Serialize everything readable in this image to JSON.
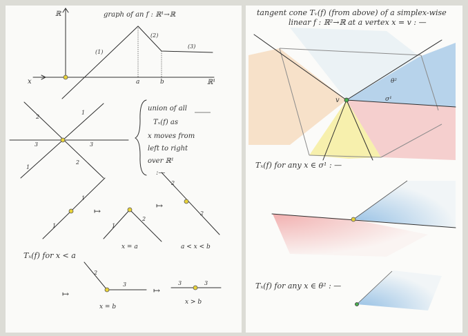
{
  "left": {
    "graph_title": "graph of an f : ℝ¹→ℝ",
    "axis_y": "ℝ",
    "axis_x_arrow": "x",
    "axis_x_label": "ℝ¹",
    "tick_a": "a",
    "tick_b": "b",
    "piece_1": "(1)",
    "piece_2": "(2)",
    "piece_3": "(3)",
    "star_labels": [
      "1",
      "2",
      "3",
      "3",
      "1",
      "2"
    ],
    "union_text": [
      "union of all",
      "Tₓ(f) as",
      "x moves from",
      "left to right",
      "over ℝ¹",
      ":—"
    ],
    "cone1_labels": [
      "1",
      "1"
    ],
    "cone2_labels": [
      "1",
      "2"
    ],
    "cone3_labels": [
      "2",
      "2"
    ],
    "caption_x_lt_a": "Tₓ(f)  for  x < a",
    "caption_x_eq_a": "x = a",
    "caption_a_lt_x_lt_b": "a < x < b",
    "cone4_labels": [
      "2",
      "3"
    ],
    "cone5_labels": [
      "3",
      "3"
    ],
    "caption_x_eq_b": "x = b",
    "caption_x_gt_b": "x > b",
    "maps_to": "↦"
  },
  "right": {
    "title_line1": "tangent cone Tᵥ(f) (from above) of a simplex-wise",
    "title_line2": "linear  f : ℝ²→ℝ  at a vertex  x = v : —",
    "vertex_label": "v",
    "theta_label": "θ²",
    "sigma_label": "σ¹",
    "caption_sigma": "Tₓ(f) for any  x ∈ σ¹ : —",
    "caption_theta": "Tₓ(f) for any x ∈ θ² : —"
  },
  "colors": {
    "paper": "#fafaf8",
    "ink": "#2e2e2e",
    "blue": "#7fb3e0",
    "red": "#f0a3a3",
    "orange": "#f2c08f",
    "yellow": "#f5ea7a",
    "dot_yellow": "#e8d23a",
    "dot_green": "#4caf50"
  }
}
